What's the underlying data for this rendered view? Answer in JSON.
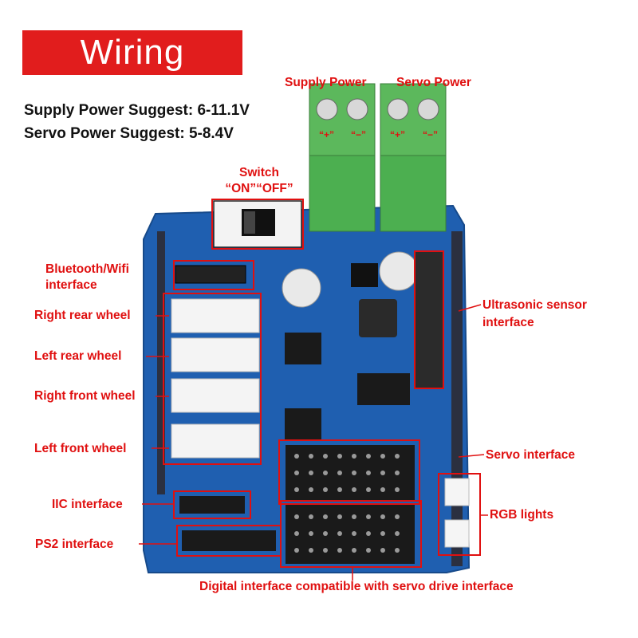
{
  "title": "Wiring",
  "suggestions": [
    "Supply Power Suggest: 6-11.1V",
    "Servo Power Suggest: 5-8.4V"
  ],
  "labels": {
    "supply_power": "Supply Power",
    "servo_power": "Servo Power",
    "switch_line1": "Switch",
    "switch_line2": "“ON”“OFF”",
    "bluetooth_line1": "Bluetooth/Wifi",
    "bluetooth_line2": "interface",
    "right_rear": "Right rear wheel",
    "left_rear": "Left rear wheel",
    "right_front": "Right front wheel",
    "left_front": "Left front wheel",
    "iic": "IIC interface",
    "ps2": "PS2 interface",
    "ultrasonic_line1": "Ultrasonic sensor",
    "ultrasonic_line2": "interface",
    "servo_interface": "Servo interface",
    "rgb": "RGB lights",
    "digital": "Digital interface compatible with servo drive interface"
  },
  "terminal_marks": {
    "supply_plus": "“+”",
    "supply_minus": "“−”",
    "servo_plus": "“+”",
    "servo_minus": "“−”"
  },
  "colors": {
    "accent_red": "#e11d1d",
    "board_blue": "#1f5fb0",
    "terminal_green": "#4caf50"
  }
}
